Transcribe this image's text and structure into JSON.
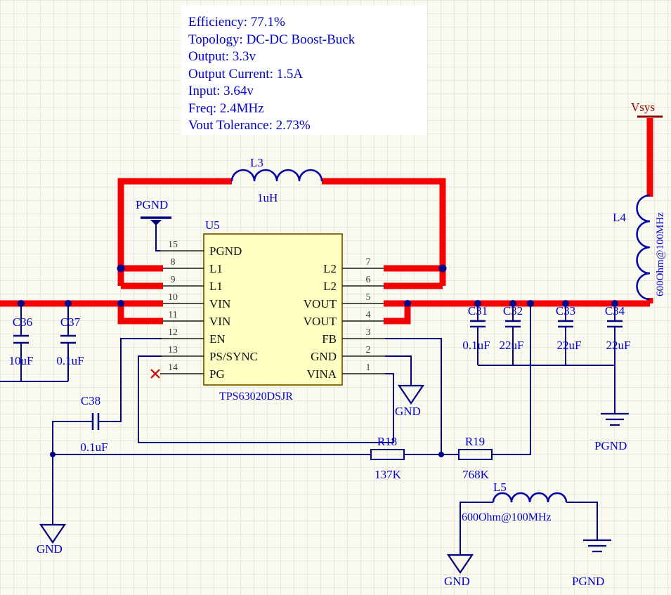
{
  "notes": {
    "lines": [
      "Efficiency: 77.1%",
      "Topology: DC-DC Boost-Buck",
      "Output: 3.3v",
      "Output Current: 1.5A",
      "Input: 3.64v",
      "Freq: 2.4MHz",
      "Vout Tolerance: 2.73%"
    ]
  },
  "u5": {
    "designator": "U5",
    "part": "TPS63020DSJR",
    "left_pins": [
      {
        "num": "15",
        "name": "PGND"
      },
      {
        "num": "8",
        "name": "L1"
      },
      {
        "num": "9",
        "name": "L1"
      },
      {
        "num": "10",
        "name": "VIN"
      },
      {
        "num": "11",
        "name": "VIN"
      },
      {
        "num": "12",
        "name": "EN"
      },
      {
        "num": "13",
        "name": "PS/SYNC"
      },
      {
        "num": "14",
        "name": "PG"
      }
    ],
    "right_pins": [
      {
        "num": "7",
        "name": "L2"
      },
      {
        "num": "6",
        "name": "L2"
      },
      {
        "num": "5",
        "name": "VOUT"
      },
      {
        "num": "4",
        "name": "VOUT"
      },
      {
        "num": "3",
        "name": "FB"
      },
      {
        "num": "2",
        "name": "GND"
      },
      {
        "num": "1",
        "name": "VINA"
      }
    ]
  },
  "inductors": {
    "l3": {
      "ref": "L3",
      "value": "1uH"
    },
    "l4": {
      "ref": "L4",
      "value": "600Ohm@100MHz"
    },
    "l5": {
      "ref": "L5",
      "value": "600Ohm@100MHz"
    }
  },
  "capacitors": {
    "c36": {
      "ref": "C36",
      "value": "10uF"
    },
    "c37": {
      "ref": "C37",
      "value": "0.1uF"
    },
    "c38": {
      "ref": "C38",
      "value": "0.1uF"
    },
    "c31": {
      "ref": "C31",
      "value": "0.1uF"
    },
    "c32": {
      "ref": "C32",
      "value": "22uF"
    },
    "c33": {
      "ref": "C33",
      "value": "22uF"
    },
    "c34": {
      "ref": "C34",
      "value": "22uF"
    }
  },
  "resistors": {
    "r18": {
      "ref": "R18",
      "value": "137K"
    },
    "r19": {
      "ref": "R19",
      "value": "768K"
    }
  },
  "ports": {
    "vsys": "Vsys",
    "pgnd_top": "PGND",
    "gnd_mid": "GND",
    "pgnd_right": "PGND",
    "gnd_left": "GND",
    "gnd_l5": "GND",
    "pgnd_l5": "PGND"
  },
  "colors": {
    "wire_power": "#F70000",
    "wire_signal": "#000080",
    "text_blue": "#0000CD",
    "power_port_red": "#8B0000",
    "ic_fill": "#FFFFC2",
    "ic_border": "#7F6000",
    "background": "#FBFAF1",
    "grid": "#E8E7DB"
  }
}
